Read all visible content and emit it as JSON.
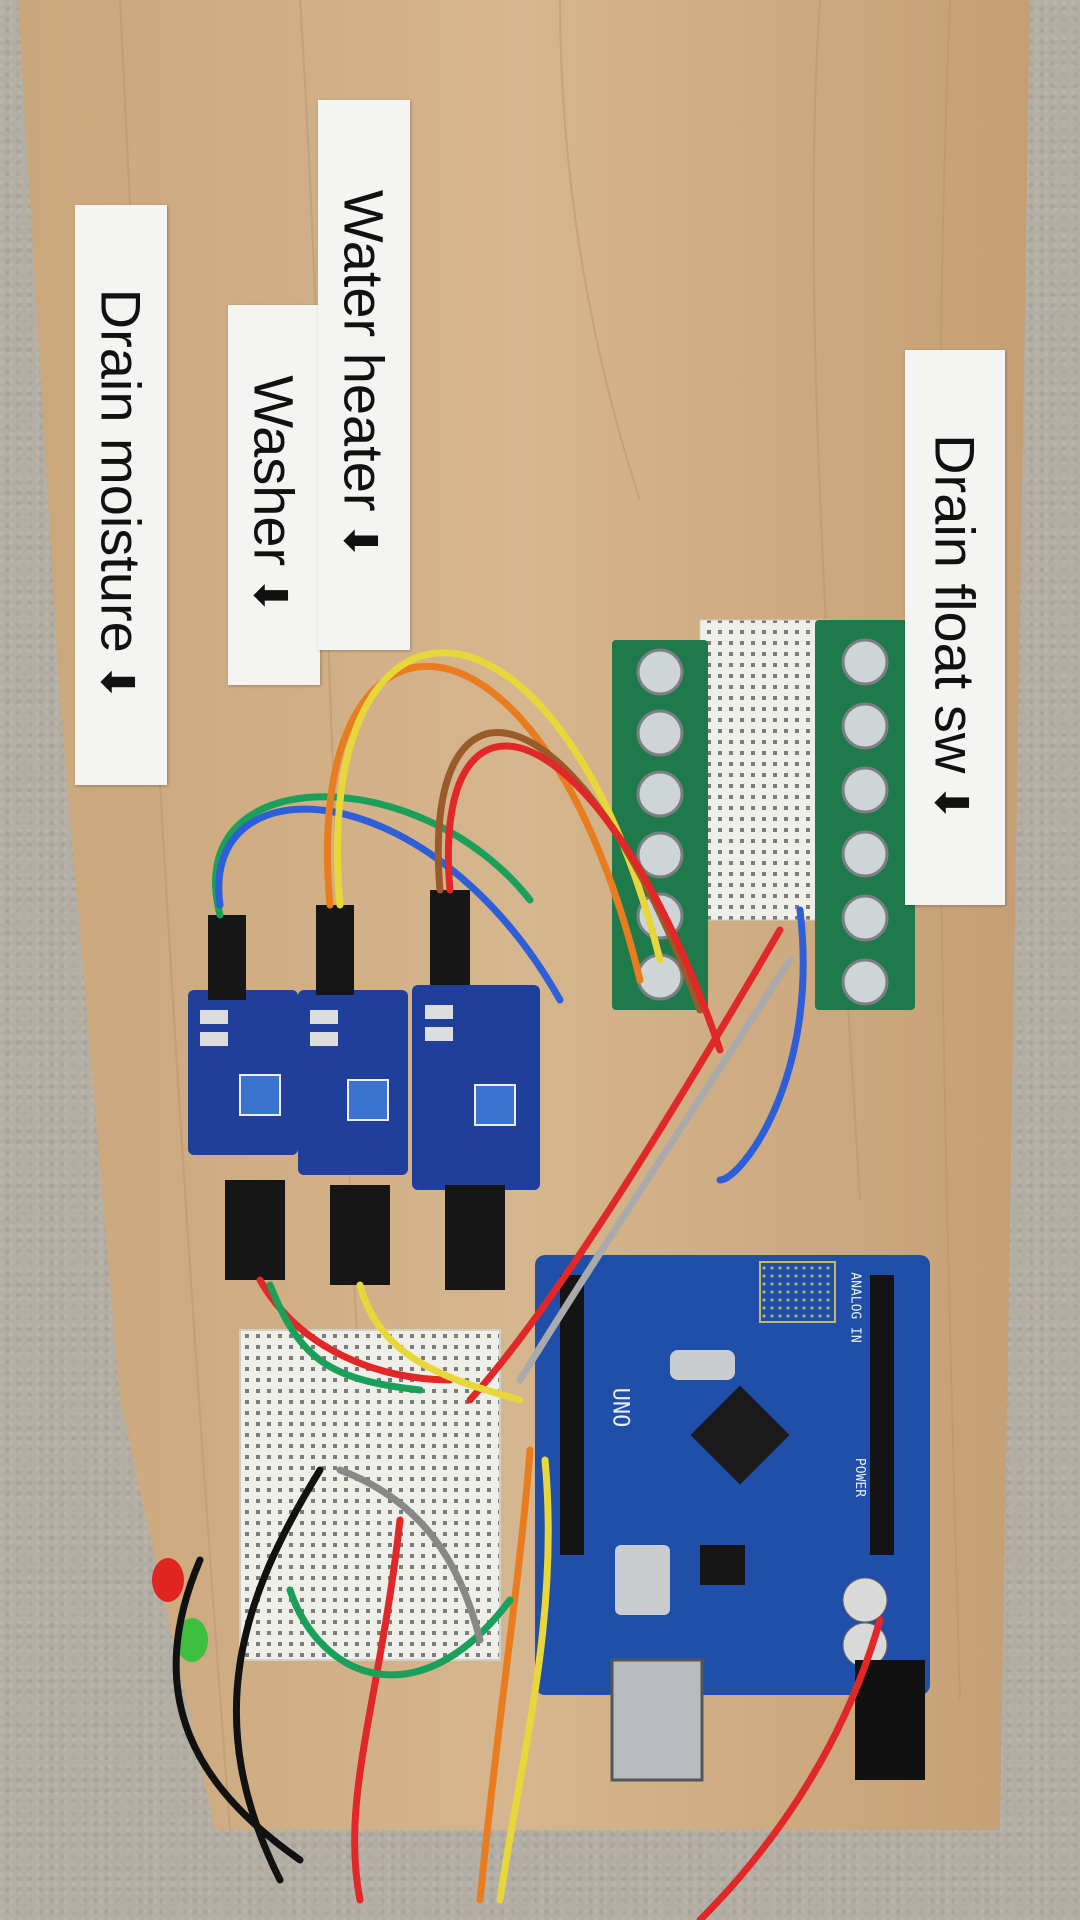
{
  "labels": {
    "drain_moisture": "Drain moisture",
    "washer": "Washer",
    "water_heater": "Water heater",
    "drain_float_sw": "Drain float sw",
    "arrow": "⬇"
  },
  "board": {
    "model": "UNO",
    "analog_in": "ANALOG IN",
    "power": "POWER"
  },
  "colors": {
    "wood": "#c9a77e",
    "arduino_blue": "#1f4fa8",
    "terminal_green": "#1e7a4a",
    "sensor_blue": "#1f3f9a",
    "breadboard": "#efefe9"
  }
}
